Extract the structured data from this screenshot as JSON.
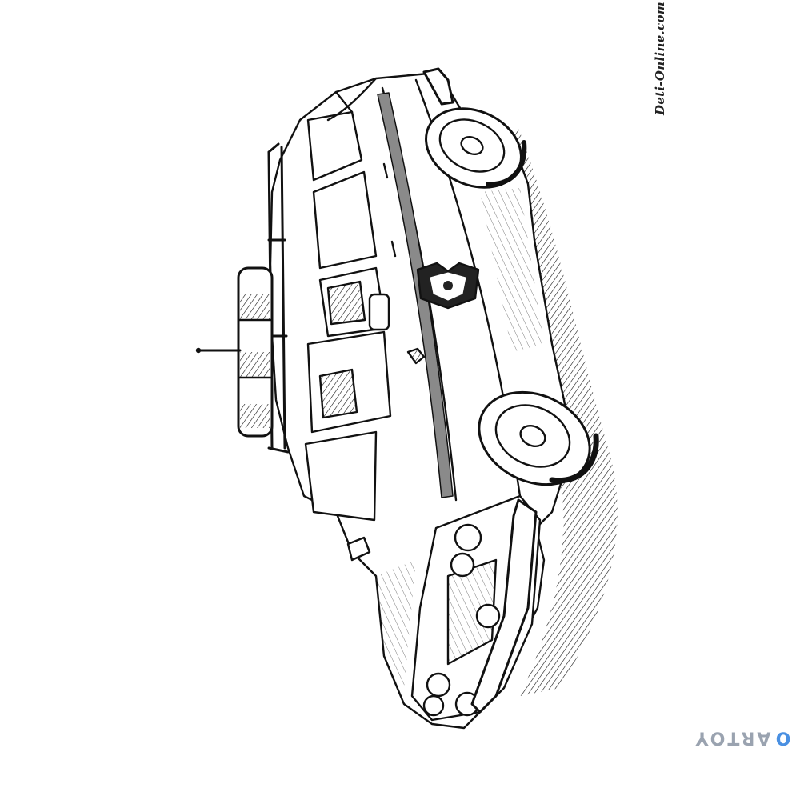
{
  "image": {
    "subject": "police station wagon",
    "style": "black-and-white line art",
    "background": "#ffffff",
    "ink": "#111111"
  },
  "watermarks": {
    "top_right": "Deti-Online.com",
    "bottom_right": "ARTOY",
    "bottom_right_accent": "O",
    "bottom_right_color": "#9aa3b0",
    "accent_color": "#4a90e2"
  }
}
